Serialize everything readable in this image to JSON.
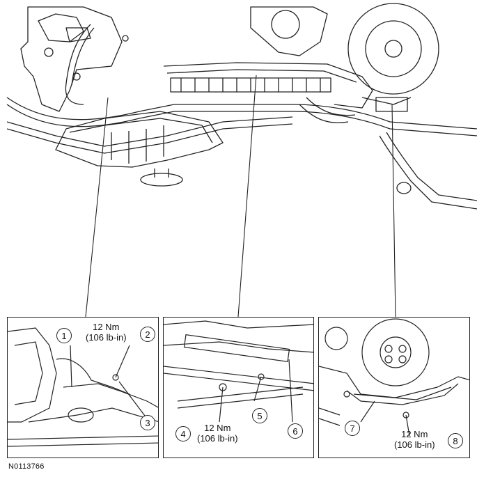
{
  "figure_id": "N0113766",
  "panels": [
    {
      "name": "detail-left",
      "callouts": [
        "1",
        "2",
        "3"
      ],
      "torque": {
        "value": "12 Nm",
        "alt": "(106 lb-in)"
      }
    },
    {
      "name": "detail-center",
      "callouts": [
        "4",
        "5",
        "6"
      ],
      "torque": {
        "value": "12 Nm",
        "alt": "(106 lb-in)"
      }
    },
    {
      "name": "detail-right",
      "callouts": [
        "7",
        "8"
      ],
      "torque": {
        "value": "12 Nm",
        "alt": "(106 lb-in)"
      }
    }
  ],
  "colors": {
    "line": "#222222",
    "background": "#ffffff"
  }
}
